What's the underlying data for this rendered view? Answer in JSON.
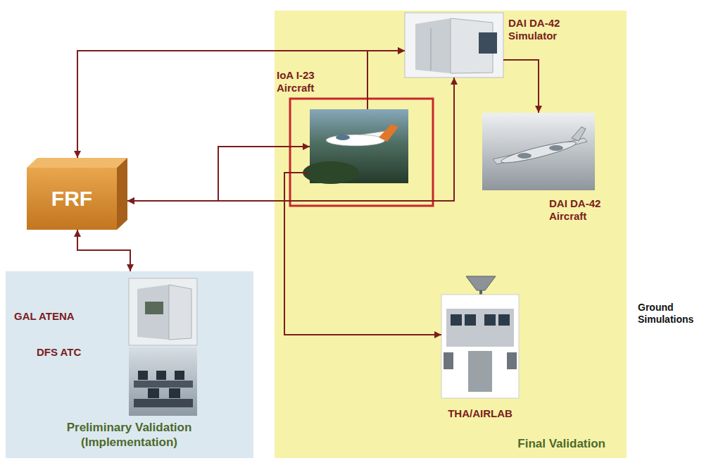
{
  "diagram": {
    "nodes": [
      {
        "text": [
          "FRF"
        ]
      },
      {
        "text": [
          "Preliminary Validation (Implementation)"
        ]
      },
      {
        "text": [
          "GAL ATENA"
        ],
        "in": 1
      },
      {
        "text": [
          "DFS ATC"
        ],
        "in": 1
      },
      {
        "text": [
          "Final Validation"
        ]
      },
      {
        "text": [
          "DAI DA-42 Simulator"
        ],
        "in": 4
      },
      {
        "text": [
          "IoA I-23 Aircraft"
        ],
        "in": 4
      },
      {
        "text": [
          "DAI DA-42 Aircraft"
        ],
        "in": 4
      },
      {
        "text": [
          "THA/AIRLAB"
        ],
        "in": 4
      }
    ],
    "edges": [
      {
        "from": 0,
        "to": 1,
        "arrow": "both"
      },
      {
        "from": 0,
        "to": 5,
        "arrow": "both"
      },
      {
        "from": 6,
        "to": 5,
        "arrow": "to"
      },
      {
        "from": 0,
        "to": 6,
        "arrow": "both"
      },
      {
        "from": 0,
        "to": 5,
        "arrow": "both"
      },
      {
        "from": 5,
        "to": 7,
        "arrow": "to"
      },
      {
        "from": 6,
        "to": 8,
        "arrow": "to"
      }
    ],
    "labels": [
      "Ground Simulations"
    ]
  }
}
